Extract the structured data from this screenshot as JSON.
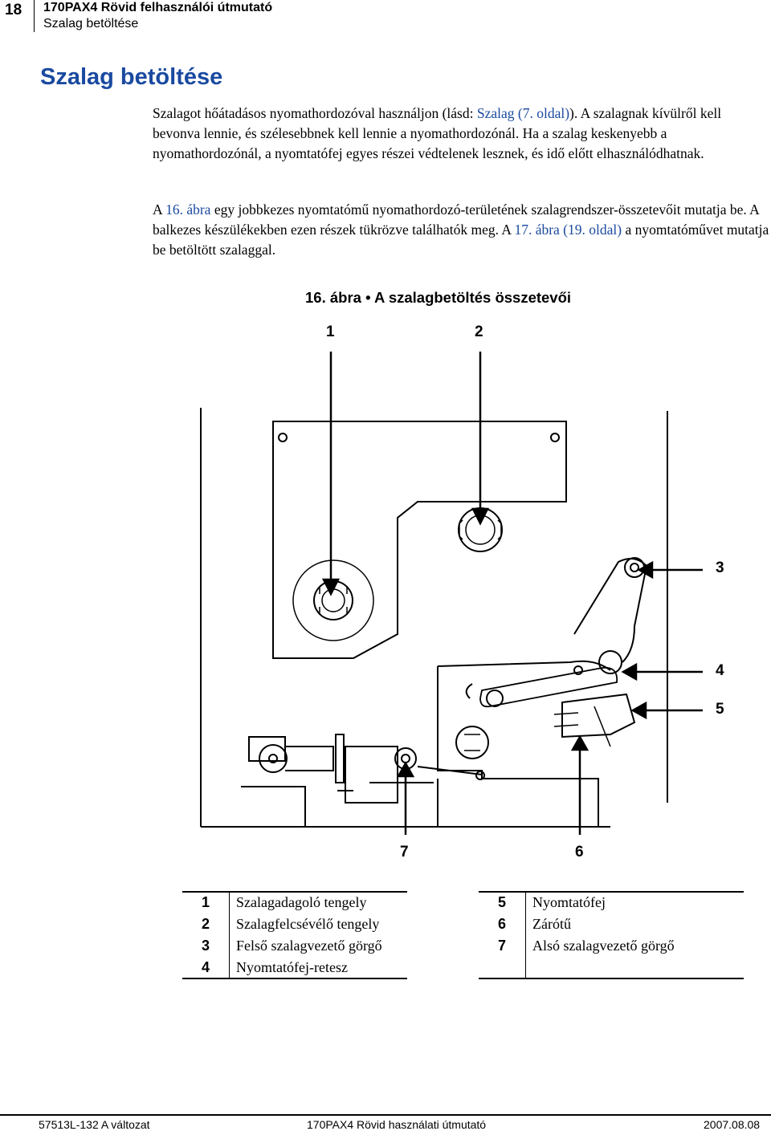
{
  "header": {
    "page_number": "18",
    "doc_title": "170PAX4 Rövid felhasználói útmutató",
    "section": "Szalag betöltése"
  },
  "section_title": "Szalag betöltése",
  "paragraph1": {
    "before_link": "Szalagot hőátadásos nyomathordozóval használjon (lásd: ",
    "link": "Szalag (7. oldal)",
    "after_link": "). A szalagnak kívülről kell bevonva lennie, és szélesebbnek kell lennie a nyomathordozónál. Ha a szalag keskenyebb a nyomathordozónál, a nyomtatófej egyes részei védtelenek lesznek, és idő előtt elhasználódhatnak."
  },
  "paragraph2": {
    "part1": "A ",
    "link1": "16. ábra",
    "part2": " egy jobbkezes nyomtatómű nyomathordozó-területének szalagrendszer-összetevőit mutatja be. A balkezes készülékekben ezen részek tükrözve találhatók meg. A ",
    "link2": "17. ábra (19. oldal)",
    "part3": " a nyomtatóművet mutatja be betöltött szalaggal."
  },
  "figure": {
    "caption": "16. ábra • A szalagbetöltés összetevői",
    "callouts": [
      "1",
      "2",
      "3",
      "4",
      "5",
      "6",
      "7"
    ]
  },
  "legend": {
    "left": [
      {
        "num": "1",
        "label": "Szalagadagoló tengely"
      },
      {
        "num": "2",
        "label": "Szalagfelcsévélő tengely"
      },
      {
        "num": "3",
        "label": "Felső szalagvezető görgő"
      },
      {
        "num": "4",
        "label": "Nyomtatófej-retesz"
      }
    ],
    "right": [
      {
        "num": "5",
        "label": "Nyomtatófej"
      },
      {
        "num": "6",
        "label": "Zárótű"
      },
      {
        "num": "7",
        "label": "Alsó szalagvezető görgő"
      }
    ]
  },
  "footer": {
    "left": "57513L-132 A változat",
    "center": "170PAX4 Rövid használati útmutató",
    "right": "2007.08.08"
  },
  "colors": {
    "link": "#1a4aa0",
    "heading": "#1a4aa0"
  }
}
